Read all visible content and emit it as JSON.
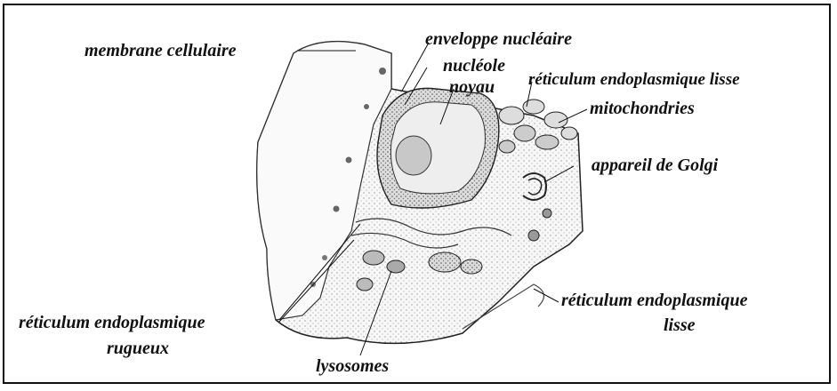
{
  "labels": {
    "membrane_cellulaire": "membrane cellulaire",
    "enveloppe_nucleaire": "enveloppe nucléaire",
    "nucleole": "nucléole",
    "reticulum_lisse_top": "réticulum endoplasmique lisse",
    "noyau": "noyau",
    "mitochondries": "mitochondries",
    "appareil_golgi": "appareil de Golgi",
    "reticulum_rugueux_1": "réticulum endoplasmique",
    "reticulum_rugueux_2": "rugueux",
    "lysosomes": "lysosomes",
    "reticulum_lisse_bottom_1": "réticulum endoplasmique",
    "reticulum_lisse_bottom_2": "lisse"
  }
}
